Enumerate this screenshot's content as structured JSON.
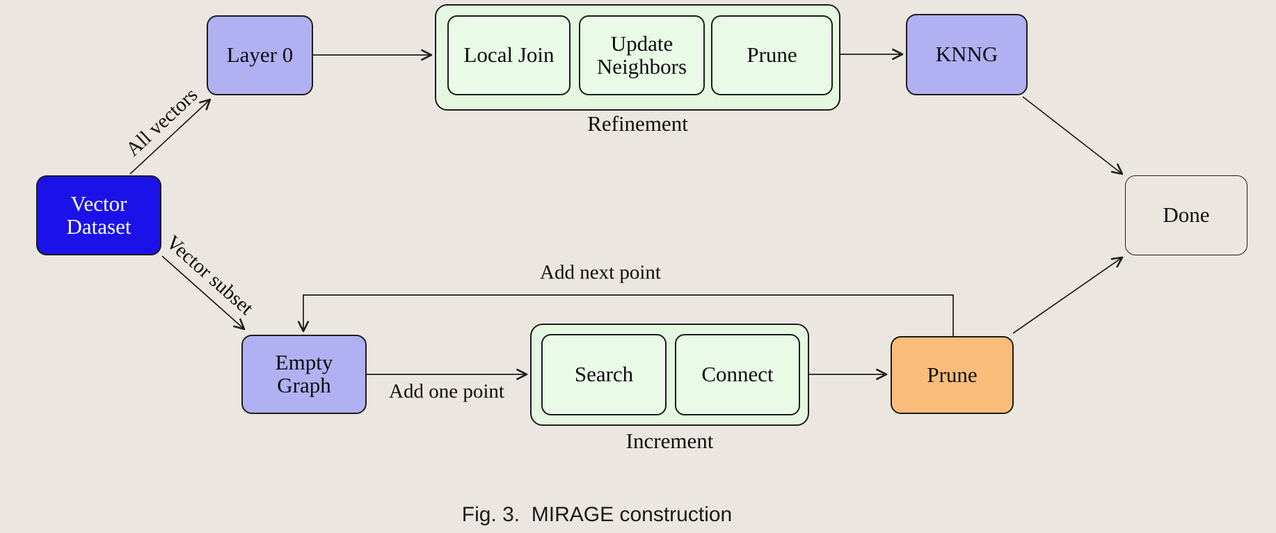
{
  "figure": {
    "caption": "Fig. 3.  MIRAGE construction"
  },
  "colors": {
    "background": "#EBE7E0",
    "lavender_node": "#B1B0F2",
    "blue_node": "#1B12E9",
    "green_container": "#E3F7E1",
    "green_inner": "#E9FAE7",
    "orange_node": "#FABD79",
    "stroke": "#1C1C1C",
    "node_text": "#0D0D0D",
    "blue_node_text": "#FFFFFF"
  },
  "nodes": {
    "vector_dataset": {
      "label": "Vector\nDataset"
    },
    "layer0": {
      "label": "Layer 0"
    },
    "local_join": {
      "label": "Local Join"
    },
    "update_neighbors": {
      "label": "Update\nNeighbors"
    },
    "prune_top": {
      "label": "Prune"
    },
    "knng": {
      "label": "KNNG"
    },
    "done": {
      "label": "Done"
    },
    "empty_graph": {
      "label": "Empty\nGraph"
    },
    "search": {
      "label": "Search"
    },
    "connect": {
      "label": "Connect"
    },
    "prune_bottom": {
      "label": "Prune"
    }
  },
  "groups": {
    "refinement": {
      "label": "Refinement"
    },
    "increment": {
      "label": "Increment"
    }
  },
  "edge_labels": {
    "all_vectors": "All vectors",
    "vector_subset": "Vector subset",
    "add_next_point": "Add next point",
    "add_one_point": "Add one point"
  }
}
